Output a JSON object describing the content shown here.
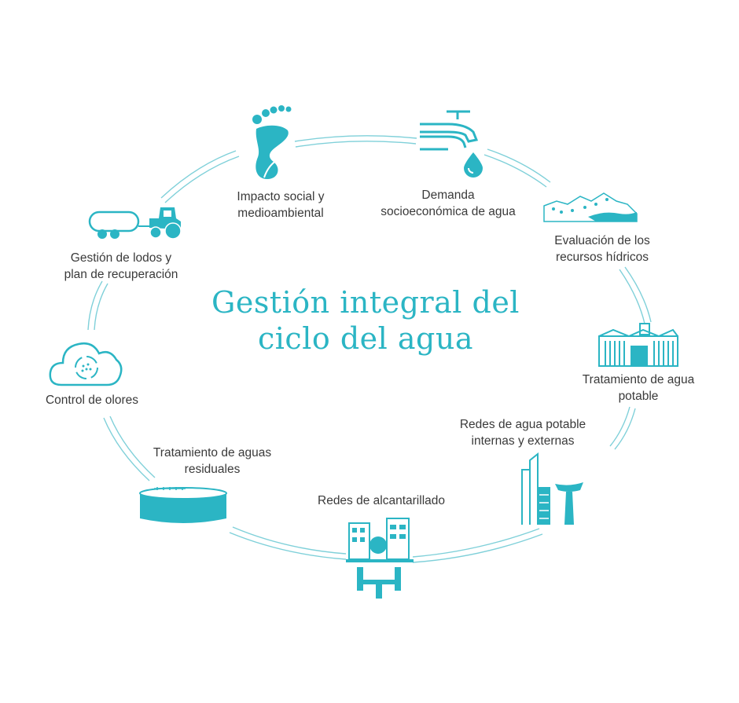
{
  "title": {
    "line1": "Gestión integral del",
    "line2": "ciclo del agua"
  },
  "colors": {
    "accent": "#2bb5c4",
    "text": "#3a3a3a",
    "ring": "#7fd0d9"
  },
  "steps": [
    {
      "icon": "footprint-leaf-icon",
      "line1": "Impacto social y",
      "line2": "medioambiental"
    },
    {
      "icon": "faucet-drop-icon",
      "line1": "Demanda",
      "line2": "socioeconómica de agua"
    },
    {
      "icon": "river-landscape-icon",
      "line1": "Evaluación de los",
      "line2": "recursos hídricos"
    },
    {
      "icon": "water-plant-icon",
      "line1": "Tratamiento de agua",
      "line2": "potable"
    },
    {
      "icon": "city-water-tower-icon",
      "line1": "Redes de agua potable",
      "line2": "internas y externas"
    },
    {
      "icon": "buildings-sewer-icon",
      "line1": "Redes de alcantarillado",
      "line2": ""
    },
    {
      "icon": "treatment-tank-icon",
      "line1": "Tratamiento de aguas",
      "line2": "residuales"
    },
    {
      "icon": "cloud-recycle-icon",
      "line1": "Control de olores",
      "line2": ""
    },
    {
      "icon": "tractor-tanker-icon",
      "line1": "Gestión de lodos y",
      "line2": "plan de recuperación"
    }
  ]
}
